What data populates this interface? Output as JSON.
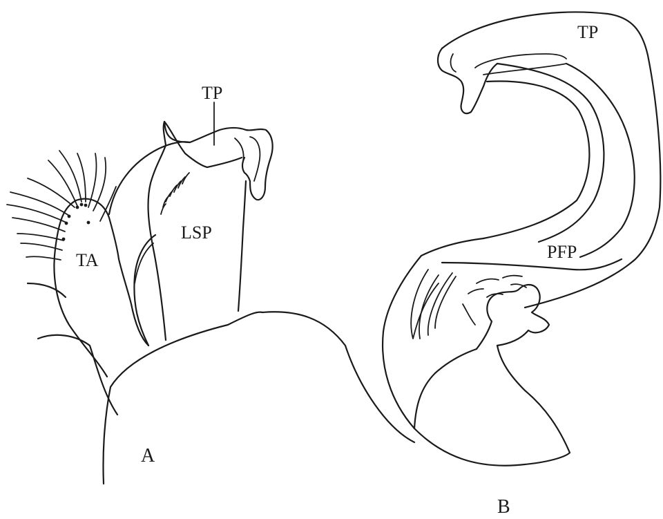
{
  "figure": {
    "panels": [
      {
        "id": "A",
        "panel_label": "A",
        "labels": {
          "ta": "TA",
          "lsp": "LSP",
          "tp": "TP"
        }
      },
      {
        "id": "B",
        "panel_label": "B",
        "labels": {
          "tp": "TP",
          "pfp": "PFP"
        }
      }
    ],
    "colors": {
      "ink": "#1a1a1a",
      "background": "#ffffff"
    }
  }
}
